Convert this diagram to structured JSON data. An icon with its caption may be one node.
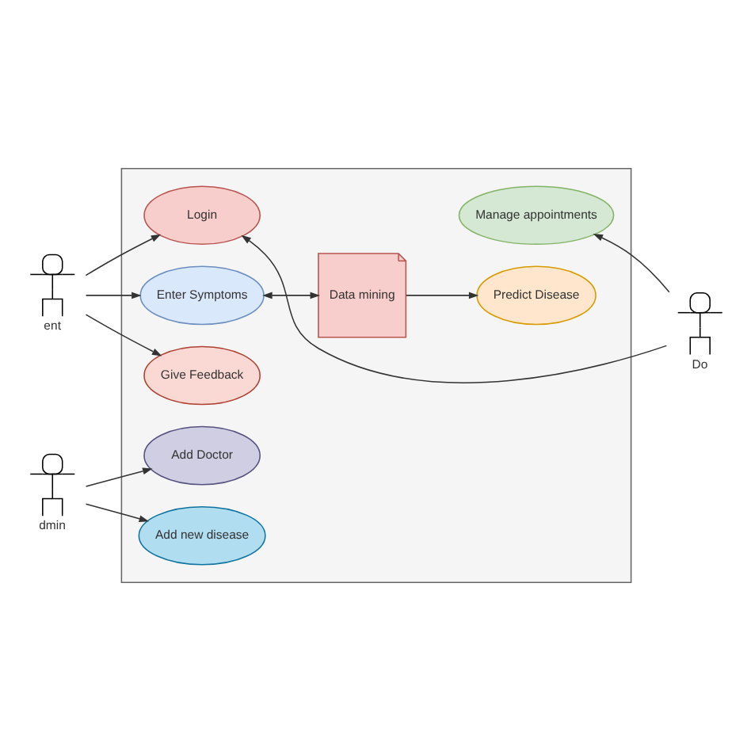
{
  "diagram": {
    "nodes": [
      {
        "text": [],
        "shape": "box"
      },
      {
        "text": [
          "ent"
        ]
      },
      {
        "text": [
          "Login"
        ],
        "in": 0
      },
      {
        "text": [
          "Do"
        ]
      },
      {
        "text": [
          "Manage appointments"
        ],
        "in": 0
      },
      {
        "text": [
          "Enter Symptoms"
        ],
        "in": 0
      },
      {
        "text": [
          "Data mining"
        ],
        "in": 0
      },
      {
        "text": [
          "Predict Disease"
        ],
        "in": 0
      },
      {
        "text": [
          "Give Feedback"
        ],
        "in": 0
      },
      {
        "text": [
          "dmin"
        ]
      },
      {
        "text": [
          "Add Doctor"
        ],
        "in": 0
      },
      {
        "text": [
          "Add new disease"
        ],
        "in": 0
      }
    ],
    "edges": [
      {
        "from": 1,
        "to": 2,
        "arrow": "to"
      },
      {
        "from": 3,
        "to": 2,
        "arrow": "to"
      },
      {
        "from": 1,
        "to": 5,
        "arrow": "to"
      },
      {
        "from": 3,
        "to": 4,
        "arrow": "to"
      },
      {
        "from": 5,
        "to": 6,
        "arrow": "both"
      },
      {
        "from": 6,
        "to": 7,
        "arrow": "to"
      },
      {
        "from": 1,
        "to": 8,
        "arrow": "to"
      },
      {
        "from": 9,
        "to": 10,
        "arrow": "to"
      },
      {
        "from": 9,
        "to": 11,
        "arrow": "to"
      }
    ]
  }
}
